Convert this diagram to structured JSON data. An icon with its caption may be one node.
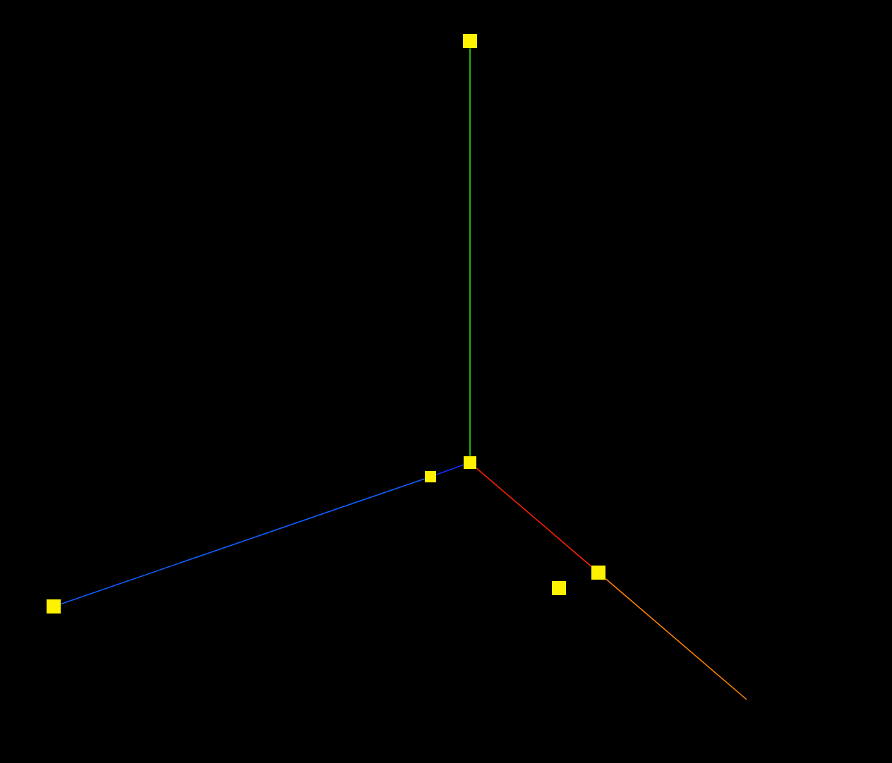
{
  "diagram": {
    "nodes": [
      {
        "text": [],
        "shape": "box"
      },
      {
        "text": [],
        "shape": "box"
      },
      {
        "text": [],
        "shape": "box"
      },
      {
        "text": [],
        "shape": "box"
      },
      {
        "text": [],
        "shape": "box"
      },
      {
        "text": [],
        "shape": "box"
      }
    ],
    "edges": [
      {
        "from": 1,
        "to": 0,
        "arrow": "none",
        "color": "#33dd11"
      },
      {
        "from": 1,
        "to": 2,
        "arrow": "none",
        "color": "#1030ff"
      },
      {
        "from": 2,
        "to": 3,
        "arrow": "none",
        "color": "#1060ff"
      },
      {
        "from": 1,
        "to": 4,
        "arrow": "none",
        "color": "#ff2000"
      },
      {
        "from": 4,
        "to": null,
        "arrow": "none",
        "color": "#ff8000"
      }
    ]
  }
}
